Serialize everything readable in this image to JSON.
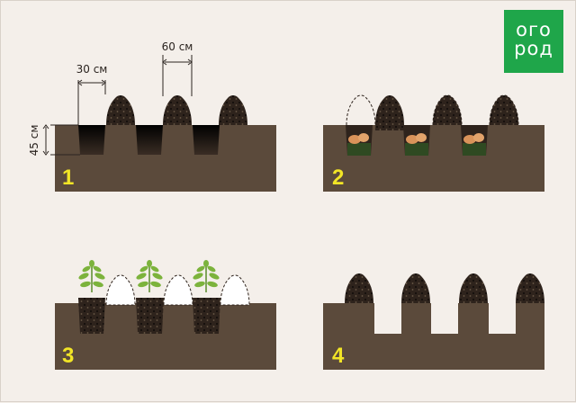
{
  "labels": {
    "width_hole": "30 см",
    "width_mound": "60 см",
    "depth": "45 см"
  },
  "steps": [
    "1",
    "2",
    "3",
    "4"
  ],
  "logo": {
    "line1": "ого",
    "line2": "род"
  },
  "colors": {
    "background": "#f4efea",
    "ground": "#5b4a3b",
    "soil": "#2e231c",
    "number": "#f2e526",
    "logo": "#1fa64a",
    "leaf": "#7cb33c"
  }
}
